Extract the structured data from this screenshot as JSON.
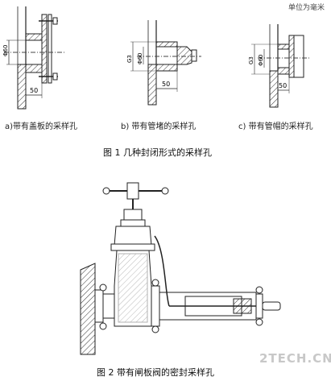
{
  "figure1": {
    "unit_note": "单位为毫米",
    "panels": [
      {
        "label": "a)带有盖板的采样孔",
        "dims": {
          "dia": "Φ60",
          "length": "50"
        }
      },
      {
        "label": "b) 带有管堵的采样孔",
        "dims": {
          "dia": "Φ60",
          "thread": "G3",
          "length": "50"
        }
      },
      {
        "label": "c) 带有管帽的采样孔",
        "dims": {
          "dia": "Φ60",
          "thread": "G3",
          "length": "50"
        }
      }
    ],
    "caption": "图 1   几种封闭形式的采样孔"
  },
  "figure2": {
    "caption": "图 2  带有闸板阀的密封采样孔"
  },
  "watermark": "2TECH.CN"
}
